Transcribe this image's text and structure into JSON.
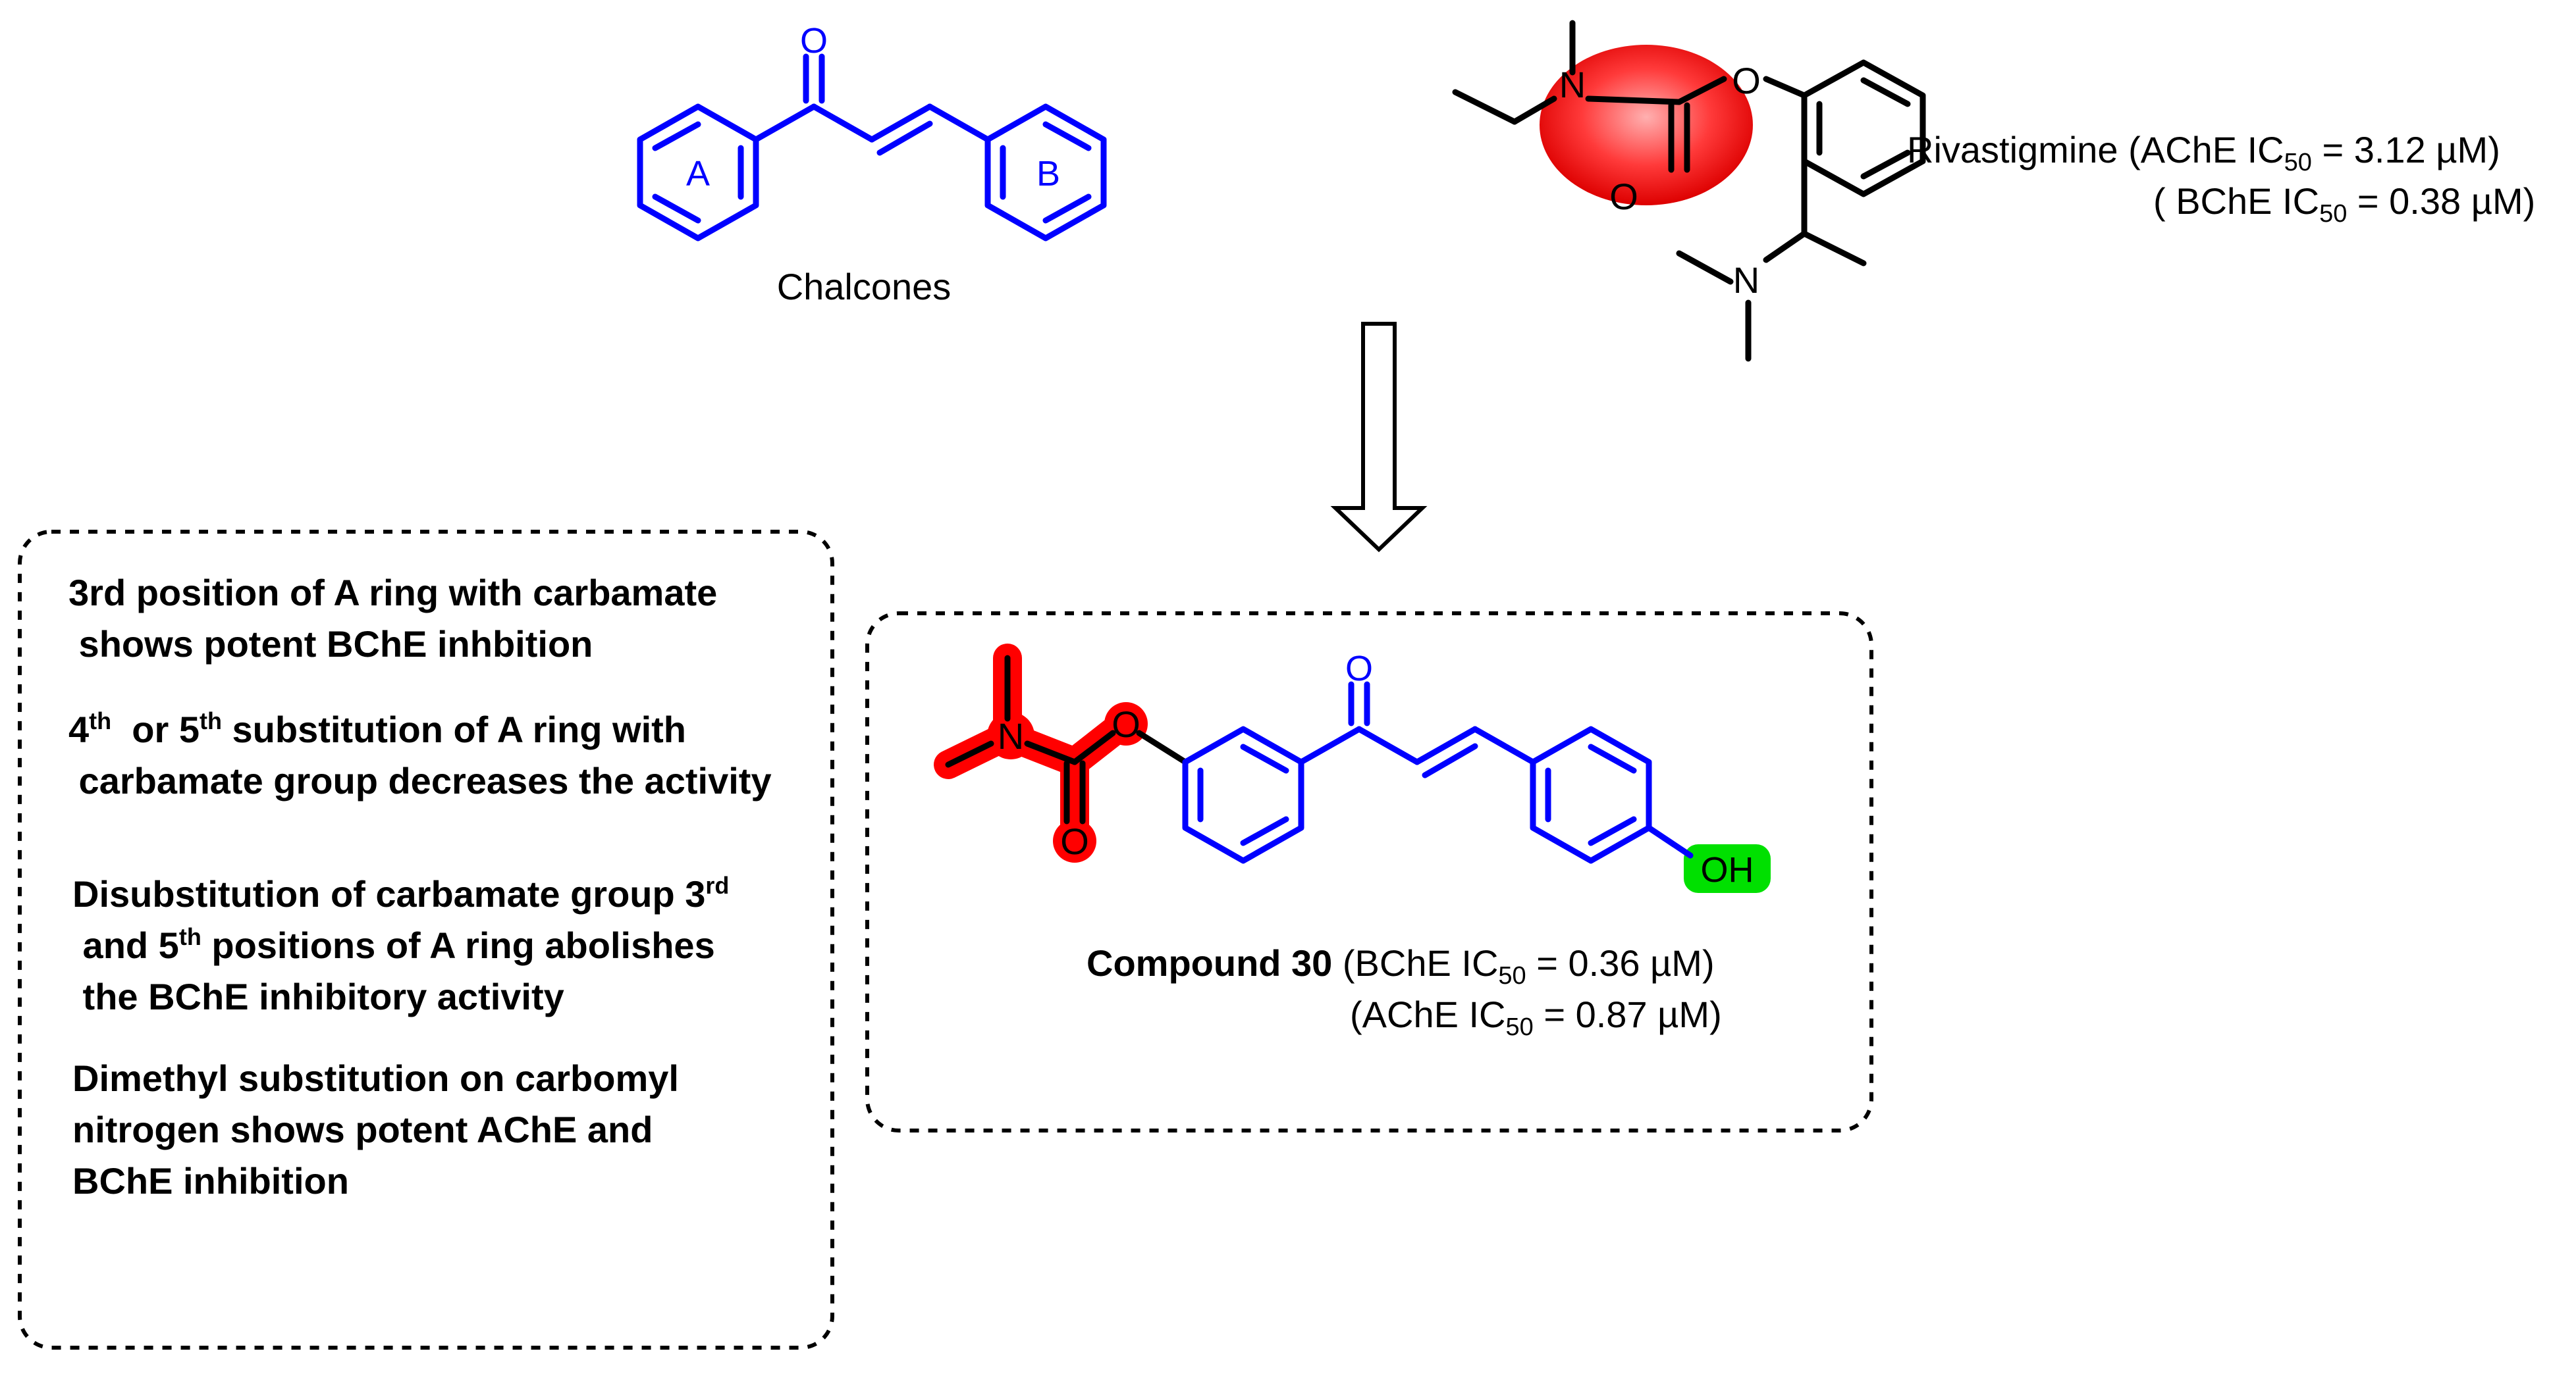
{
  "chalcone": {
    "oxygen": "O",
    "ring_a": "A",
    "ring_b": "B",
    "caption": "Chalcones"
  },
  "rivastigmine": {
    "n1": "N",
    "o1": "O",
    "o2": "O",
    "n2": "N",
    "name": "Rivastigmine",
    "ache_prefix": "(AChE IC",
    "ache_sub": "50",
    "ache_value": " = 3.12 µM)",
    "bche_prefix": "( BChE IC",
    "bche_sub": "50",
    "bche_value": " = 0.38 µM)"
  },
  "sar_notes": [
    {
      "lines": [
        "3rd position of A ring with carbamate",
        " shows potent BChE inhbition"
      ]
    },
    {
      "l1a": "4",
      "l1b": "th",
      "l1c": "  or 5",
      "l1d": "th",
      "l1e": " substitution of A ring with",
      "l2": " carbamate group decreases the activity"
    },
    {
      "l1a": "Disubstitution of carbamate group 3",
      "l1b": "rd",
      "l2a": " and 5",
      "l2b": "th",
      "l2c": " positions of A ring abolishes",
      "l3": " the BChE inhibitory activity"
    },
    {
      "lines": [
        "Dimethyl substitution on carbomyl",
        "nitrogen shows potent AChE and",
        "BChE inhibition"
      ]
    }
  ],
  "compound30": {
    "n": "N",
    "o_ester": "O",
    "o_carbonyl": "O",
    "o_ketone": "O",
    "oh": "OH",
    "name": "Compound 30",
    "bche_prefix": " (BChE IC",
    "bche_sub": "50",
    "bche_value": " = 0.36 µM)",
    "ache_prefix": "(AChE IC",
    "ache_sub": "50",
    "ache_value": " = 0.87 µM)"
  },
  "colors": {
    "chalcone_blue": "#0000ff",
    "carbamate_red": "#ff0000",
    "hydroxyl_green": "#00e000",
    "bond_black": "#000000"
  }
}
